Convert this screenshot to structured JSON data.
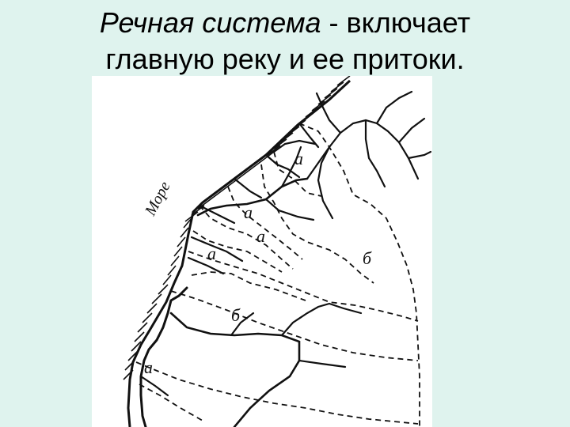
{
  "slide": {
    "title_italic": "Речная система",
    "title_rest": " - включает",
    "title_line2": "главную реку и ее притоки."
  },
  "diagram": {
    "sea_label": "Море",
    "labels": {
      "a1": "а",
      "a2": "а",
      "a3": "а",
      "a4": "а",
      "a5": "а",
      "b1": "б",
      "b2": "б"
    }
  }
}
